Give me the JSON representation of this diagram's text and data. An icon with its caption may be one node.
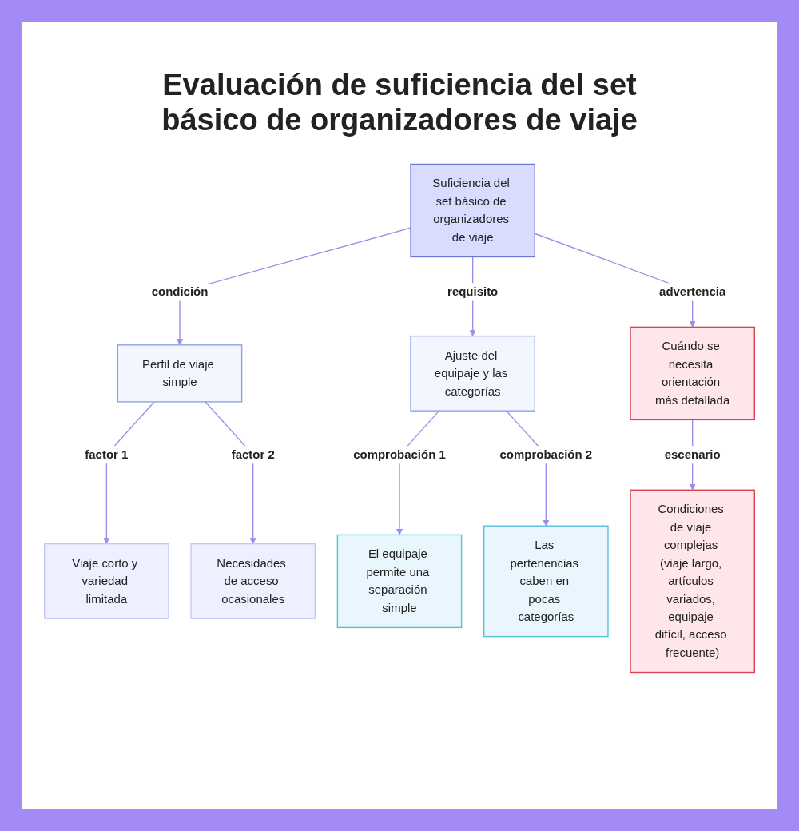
{
  "diagram": {
    "title": "Evaluación de suficiencia del set básico de organizadores de viaje",
    "nodes": [
      {
        "text": [
          "Suficiencia del set básico de organizadores de viaje"
        ]
      },
      {
        "text": [
          "Perfil de viaje simple"
        ]
      },
      {
        "text": [
          "Ajuste del equipaje y las categorías"
        ]
      },
      {
        "text": [
          "Cuándo se necesita orientación más detallada"
        ]
      },
      {
        "text": [
          "Viaje corto y variedad limitada"
        ]
      },
      {
        "text": [
          "Necesidades de acceso ocasionales"
        ]
      },
      {
        "text": [
          "El equipaje permite una separación simple"
        ]
      },
      {
        "text": [
          "Las pertenencias caben en pocas categorías"
        ]
      },
      {
        "text": [
          "Condiciones de viaje complejas (viaje largo, artículos variados, equipaje difícil, acceso frecuente)"
        ]
      }
    ],
    "edges": [
      {
        "from": 0,
        "to": 1,
        "arrow": "to",
        "label": "condición"
      },
      {
        "from": 0,
        "to": 2,
        "arrow": "to",
        "label": "requisito"
      },
      {
        "from": 0,
        "to": 3,
        "arrow": "to",
        "label": "advertencia"
      },
      {
        "from": 1,
        "to": 4,
        "arrow": "to",
        "label": "factor 1"
      },
      {
        "from": 1,
        "to": 5,
        "arrow": "to",
        "label": "factor 2"
      },
      {
        "from": 2,
        "to": 6,
        "arrow": "to",
        "label": "comprobación 1"
      },
      {
        "from": 2,
        "to": 7,
        "arrow": "to",
        "label": "comprobación 2"
      },
      {
        "from": 3,
        "to": 8,
        "arrow": "to",
        "label": "escenario"
      }
    ]
  }
}
